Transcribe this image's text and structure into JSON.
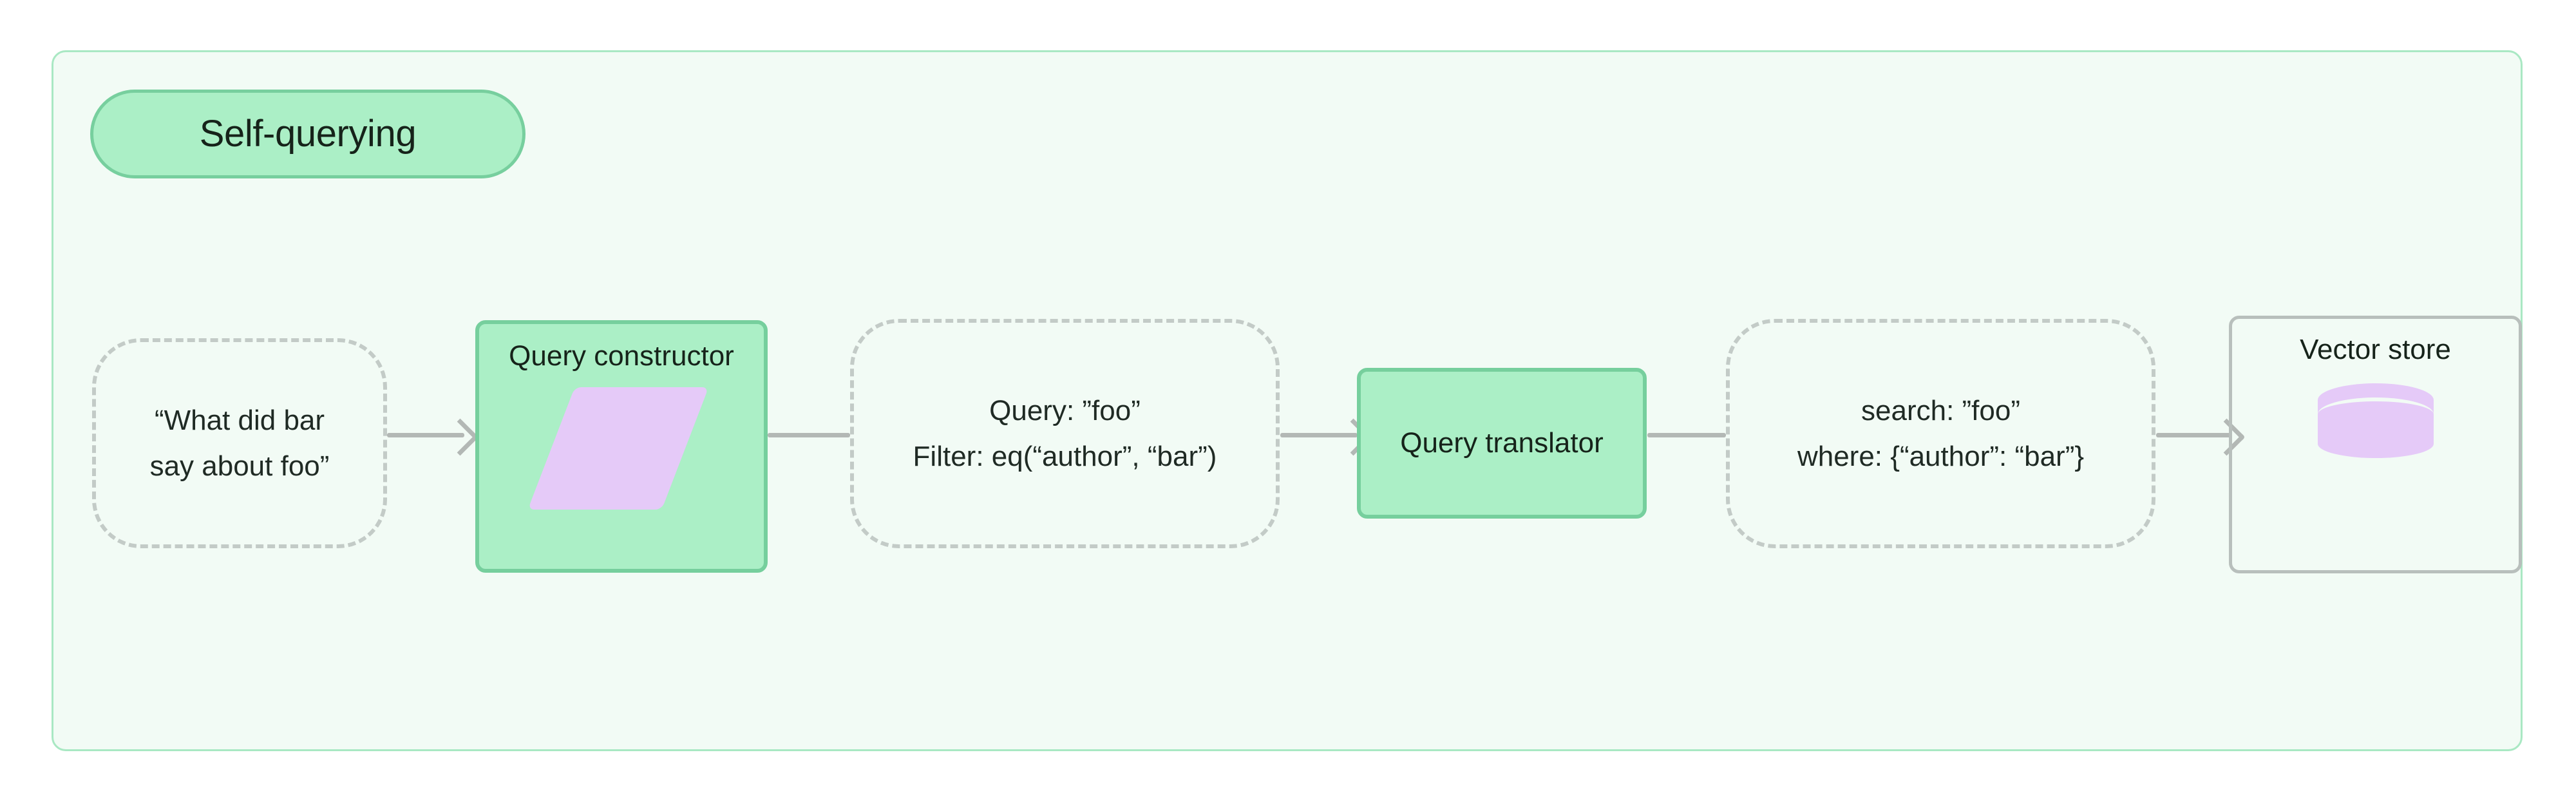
{
  "diagram": {
    "title": "Self-querying",
    "nodes": [
      {
        "id": "user-question",
        "kind": "dashed-data",
        "lines": [
          "“What did bar",
          "say about foo”"
        ]
      },
      {
        "id": "query-constructor",
        "kind": "process",
        "title": "Query constructor",
        "shape_icon": "parallelogram-icon"
      },
      {
        "id": "structured-query",
        "kind": "dashed-data",
        "lines": [
          "Query: ”foo”",
          "Filter: eq(“author”, “bar”)"
        ]
      },
      {
        "id": "query-translator",
        "kind": "process",
        "title": "Query translator"
      },
      {
        "id": "translated-query",
        "kind": "dashed-data",
        "lines": [
          "search: ”foo”",
          "where: {“author”: “bar”}"
        ]
      },
      {
        "id": "vector-store",
        "kind": "store",
        "title": "Vector store",
        "shape_icon": "database-cylinder-icon"
      }
    ],
    "edges": [
      {
        "from": "user-question",
        "to": "query-constructor",
        "arrowhead": true
      },
      {
        "from": "query-constructor",
        "to": "structured-query",
        "arrowhead": false
      },
      {
        "from": "structured-query",
        "to": "query-translator",
        "arrowhead": true
      },
      {
        "from": "query-translator",
        "to": "translated-query",
        "arrowhead": false
      },
      {
        "from": "translated-query",
        "to": "vector-store",
        "arrowhead": true
      }
    ]
  },
  "colors": {
    "container_bg": "#f2fbf5",
    "container_border": "#a9e8c3",
    "process_fill": "#abefc6",
    "process_border": "#76cf9d",
    "accent_purple": "#e5caf8",
    "dashed_border": "#c3cbc7",
    "edge": "#b3b8b5",
    "text": "#16231a"
  }
}
